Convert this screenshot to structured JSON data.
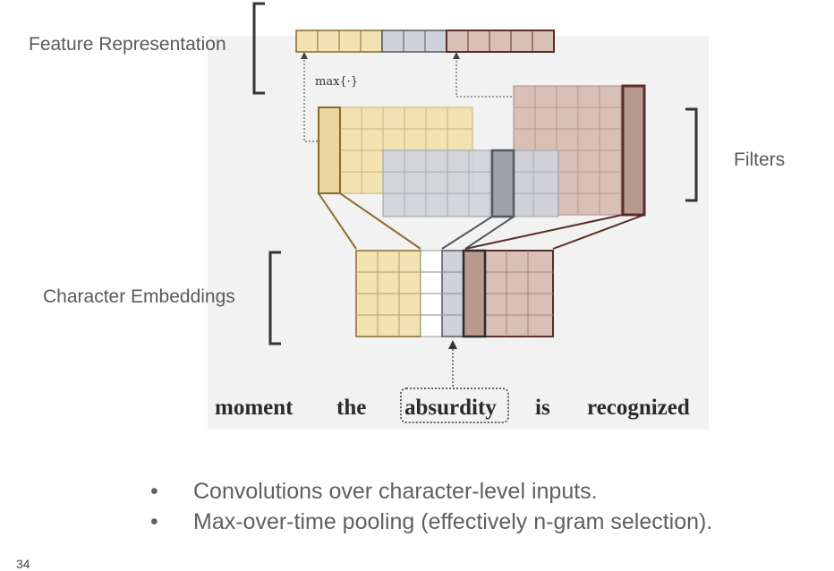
{
  "labels": {
    "feature_representation": "Feature Representation",
    "filters": "Filters",
    "character_embeddings": "Character Embeddings",
    "max_op": "max{·}"
  },
  "sentence": {
    "words": [
      "moment",
      "the",
      "absurdity",
      "is",
      "recognized"
    ],
    "highlighted_word": "absurdity"
  },
  "bullets": [
    "Convolutions over character-level inputs.",
    "Max-over-time pooling (effectively n-gram selection)."
  ],
  "page_number": "34",
  "colors": {
    "yellow": "#f3e3b3",
    "yellow_dark": "#8a6b2a",
    "gray": "#cfd2da",
    "gray_dark": "#55585f",
    "pink": "#d9c0b6",
    "pink_dark": "#5a2e28",
    "panel": "#f1f1f1"
  }
}
